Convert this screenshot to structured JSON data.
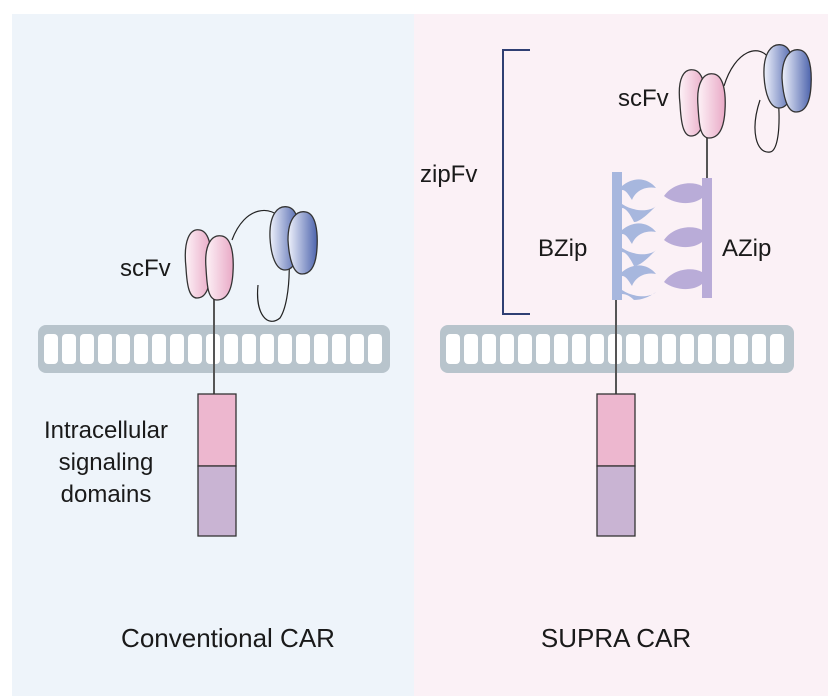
{
  "left_panel": {
    "scfv_label": "scFv",
    "intracellular_label_lines": [
      "Intracellular",
      "signaling",
      "domains"
    ],
    "caption": "Conventional CAR"
  },
  "right_panel": {
    "scfv_label": "scFv",
    "zipfv_label": "zipFv",
    "bzip_label": "BZip",
    "azip_label": "AZip",
    "caption": "SUPRA CAR"
  },
  "colors": {
    "left_bg": "#eef4fa",
    "right_bg": "#fbf1f6",
    "membrane": "#b8c4cc",
    "light_domain": "#f3d3e1",
    "heavy_domain": "#8191c9",
    "signal_top": "#edb7cf",
    "signal_bottom": "#c9b4d3",
    "bzip": "#a7b7de",
    "azip": "#b9acd8",
    "bracket": "#2f3f73"
  }
}
